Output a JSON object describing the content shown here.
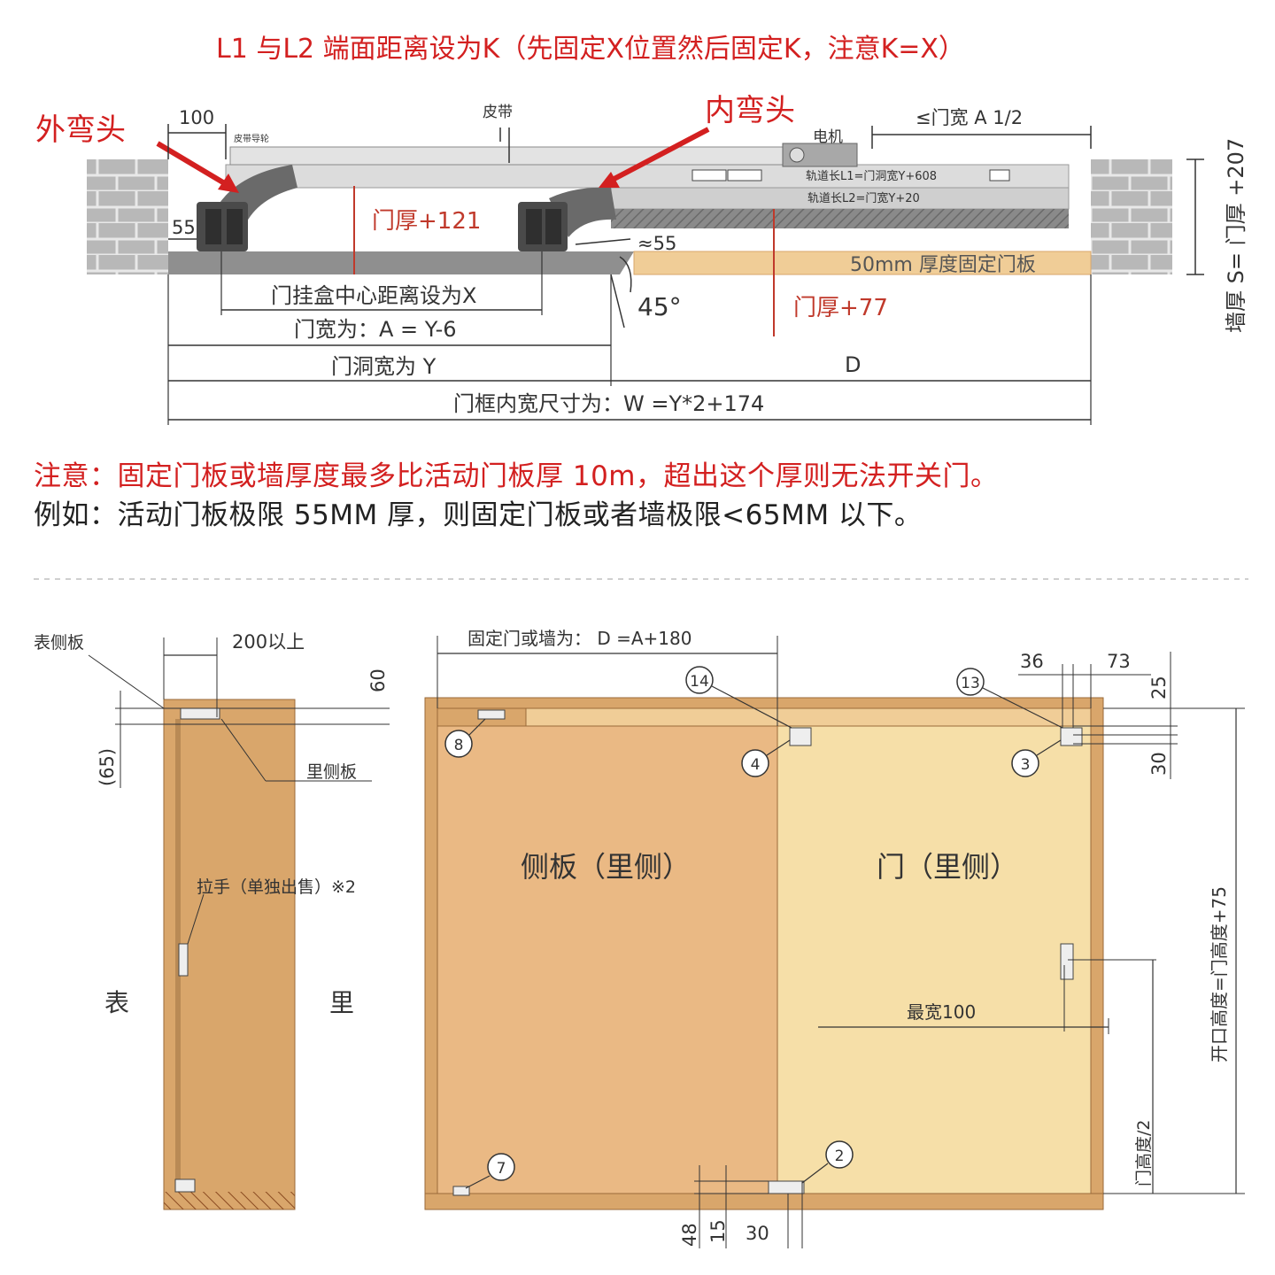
{
  "header": {
    "title": "L1 与L2 端面距离设为K（先固定X位置然后固定K，注意K=X）"
  },
  "top_diagram": {
    "label_outer_elbow": "外弯头",
    "label_inner_elbow": "内弯头",
    "dim_100": "100",
    "label_belt": "皮带",
    "label_belt_guide": "皮带导轮",
    "label_motor": "电机",
    "dim_half_width": "≤门宽 A 1/2",
    "track_l1": "轨道长L1=门洞宽Y+608",
    "track_l2": "轨道长L2=门宽Y+20",
    "dim_55_left": "55",
    "dim_55_right": "≈55",
    "dim_thick_121": "门厚+121",
    "dim_thick_77": "门厚+77",
    "fixed_panel": "50mm 厚度固定门板",
    "angle": "45°",
    "dim_x": "门挂盒中心距离设为X",
    "dim_a": "门宽为：A  = Y-6",
    "dim_y": "门洞宽为 Y",
    "dim_d": "D",
    "dim_w": "门框内宽尺寸为：W =Y*2+174",
    "wall_thickness": "墙厚 S= 门厚 +207"
  },
  "notes": {
    "warning": "注意：固定门板或墙厚度最多比活动门板厚 10m，超出这个厚则无法开关门。",
    "example": "例如：活动门板极限 55MM 厚，则固定门板或者墙极限<65MM 以下。"
  },
  "side_view": {
    "outer_panel": "表侧板",
    "dim_200": "200以上",
    "dim_60": "60",
    "dim_65": "(65)",
    "inner_panel": "里侧板",
    "handle": "拉手（单独出售）※2",
    "front": "表",
    "back": "里"
  },
  "front_view": {
    "dim_d": "固定门或墙为： D =A+180",
    "dim_36": "36",
    "dim_73": "73",
    "dim_25": "25",
    "dim_30_right": "30",
    "marker_14": "14",
    "marker_13": "13",
    "marker_8": "8",
    "marker_4": "4",
    "marker_3": "3",
    "marker_7": "7",
    "marker_2": "2",
    "side_panel": "侧板（里侧）",
    "door": "门（里侧）",
    "max_width": "最宽100",
    "half_height": "门高度/2",
    "opening_height": "开口高度=门高度+75",
    "dim_48": "48",
    "dim_15": "15",
    "dim_30_bottom": "30"
  },
  "colors": {
    "accent_red": "#d32020",
    "door_panel": "#f6dfa8",
    "side_panel": "#eab984",
    "frame_wood": "#d9a66b",
    "brick": "#b3b3b3",
    "track": "#d6d6d6"
  }
}
